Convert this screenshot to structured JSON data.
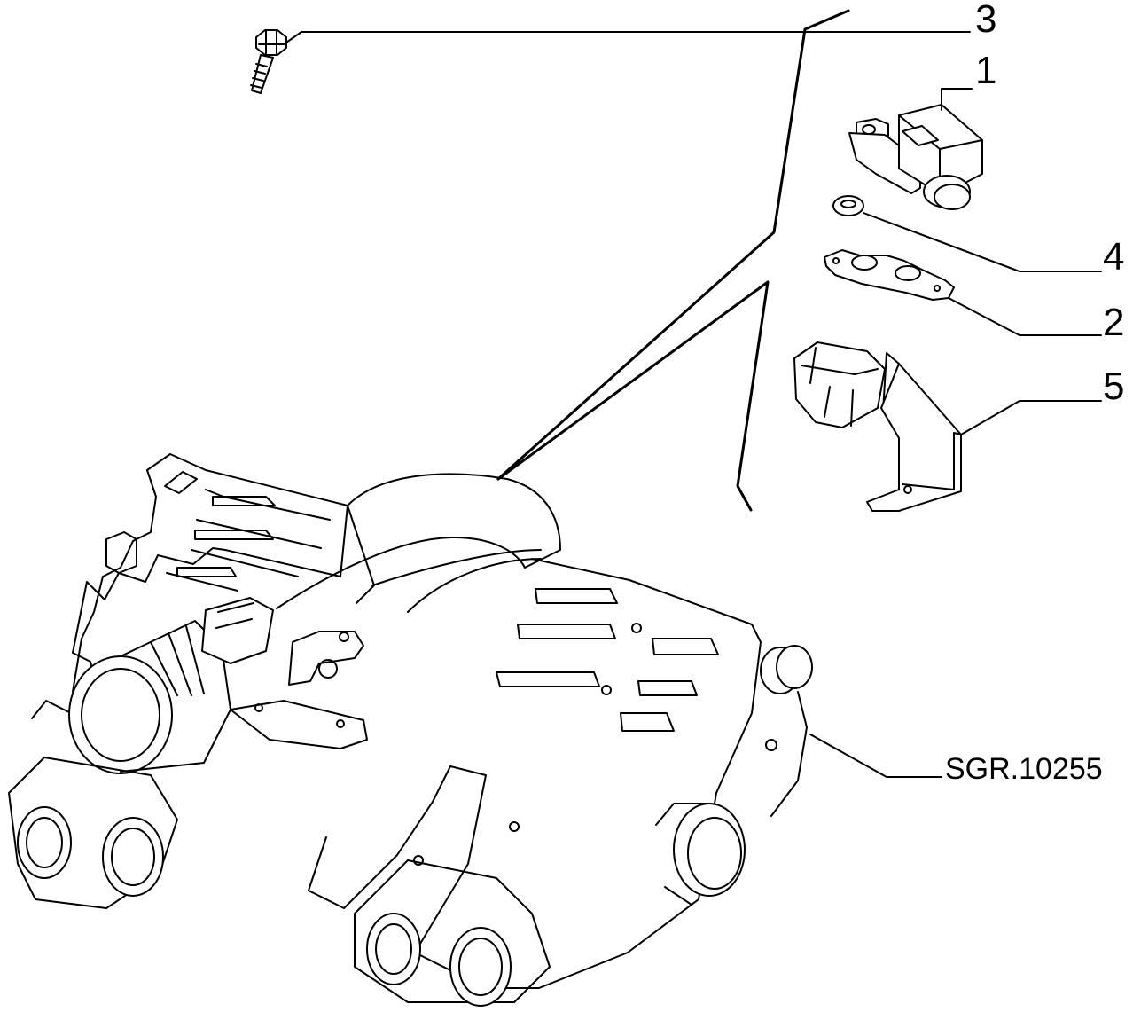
{
  "callouts": [
    {
      "id": "1",
      "label": "1"
    },
    {
      "id": "2",
      "label": "2"
    },
    {
      "id": "3",
      "label": "3"
    },
    {
      "id": "4",
      "label": "4"
    },
    {
      "id": "5",
      "label": "5"
    }
  ],
  "drawing_code": "SGR.10255"
}
